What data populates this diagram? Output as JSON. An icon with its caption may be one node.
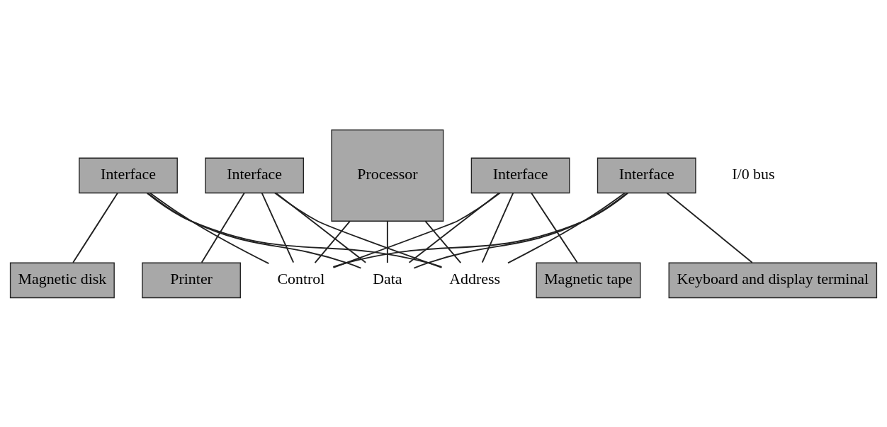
{
  "diagram": {
    "nodes": [
      {
        "text": [
          "Processor"
        ]
      },
      {
        "text": [
          "Data"
        ]
      },
      {
        "text": [
          "Address"
        ]
      },
      {
        "text": [
          "Control"
        ]
      },
      {
        "text": [
          "Interface"
        ]
      },
      {
        "text": [
          "Interface"
        ]
      },
      {
        "text": [
          "Interface"
        ]
      },
      {
        "text": [
          "Interface"
        ]
      },
      {
        "text": [
          "Keyboard and display terminal"
        ]
      },
      {
        "text": [
          "Printer"
        ]
      },
      {
        "text": [
          "Magnetic disk"
        ]
      },
      {
        "text": [
          "Magnetic tape"
        ]
      }
    ],
    "edges": [
      {
        "from": 0,
        "to": 1,
        "arrow": "none"
      },
      {
        "from": 0,
        "to": 2,
        "arrow": "none"
      },
      {
        "from": 0,
        "to": 3,
        "arrow": "none"
      },
      {
        "from": 4,
        "to": 1,
        "arrow": "none"
      },
      {
        "from": 4,
        "to": 2,
        "arrow": "none"
      },
      {
        "from": 4,
        "to": 3,
        "arrow": "none"
      },
      {
        "from": 5,
        "to": 1,
        "arrow": "none"
      },
      {
        "from": 5,
        "to": 2,
        "arrow": "none"
      },
      {
        "from": 5,
        "to": 3,
        "arrow": "none"
      },
      {
        "from": 6,
        "to": 1,
        "arrow": "none"
      },
      {
        "from": 6,
        "to": 2,
        "arrow": "none"
      },
      {
        "from": 6,
        "to": 3,
        "arrow": "none"
      },
      {
        "from": 7,
        "to": 1,
        "arrow": "none"
      },
      {
        "from": 7,
        "to": 2,
        "arrow": "none"
      },
      {
        "from": 7,
        "to": 3,
        "arrow": "none"
      },
      {
        "from": 4,
        "to": 8,
        "arrow": "none"
      },
      {
        "from": 5,
        "to": 9,
        "arrow": "none"
      },
      {
        "from": 6,
        "to": 10,
        "arrow": "none"
      },
      {
        "from": 7,
        "to": 11,
        "arrow": "none"
      }
    ],
    "labels": [
      "I/0 bus"
    ]
  }
}
